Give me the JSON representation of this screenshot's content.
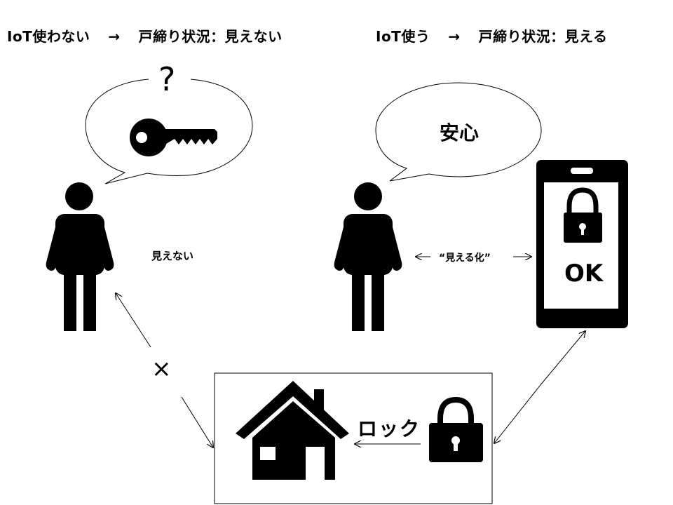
{
  "headings": {
    "left": {
      "before": "IoT使わない",
      "arrow": "→",
      "after": "戸締り状況：見えない"
    },
    "right": {
      "before": "IoT使う",
      "arrow": "→",
      "after": "戸締り状況：見える"
    }
  },
  "labels": {
    "question": "?",
    "invisible": "見えない",
    "anshin": "安心",
    "visualize": "“見える化”",
    "ok": "OK",
    "lock": "ロック",
    "x_mark": "×"
  },
  "colors": {
    "ink": "#000000",
    "background": "#ffffff"
  },
  "icons": [
    "person-icon",
    "person-icon",
    "key-icon",
    "smartphone-icon",
    "padlock-icon",
    "padlock-icon",
    "house-icon"
  ]
}
